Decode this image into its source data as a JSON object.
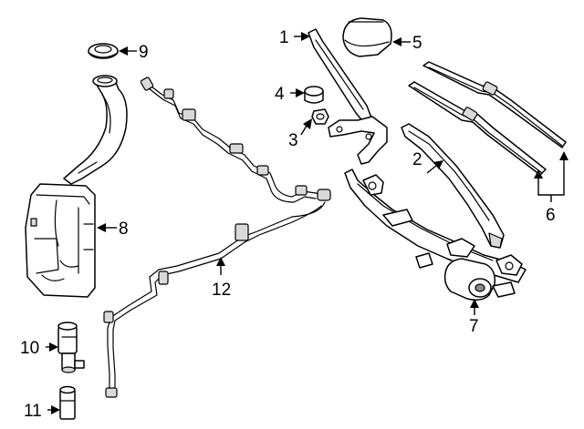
{
  "callouts": [
    {
      "id": "1",
      "text": "1"
    },
    {
      "id": "2",
      "text": "2"
    },
    {
      "id": "3",
      "text": "3"
    },
    {
      "id": "4",
      "text": "4"
    },
    {
      "id": "5",
      "text": "5"
    },
    {
      "id": "6",
      "text": "6"
    },
    {
      "id": "7",
      "text": "7"
    },
    {
      "id": "8",
      "text": "8"
    },
    {
      "id": "9",
      "text": "9"
    },
    {
      "id": "10",
      "text": "10"
    },
    {
      "id": "11",
      "text": "11"
    },
    {
      "id": "12",
      "text": "12"
    }
  ],
  "colors": {
    "line": "#000000",
    "background": "#ffffff",
    "shade": "#d9d9d9"
  }
}
